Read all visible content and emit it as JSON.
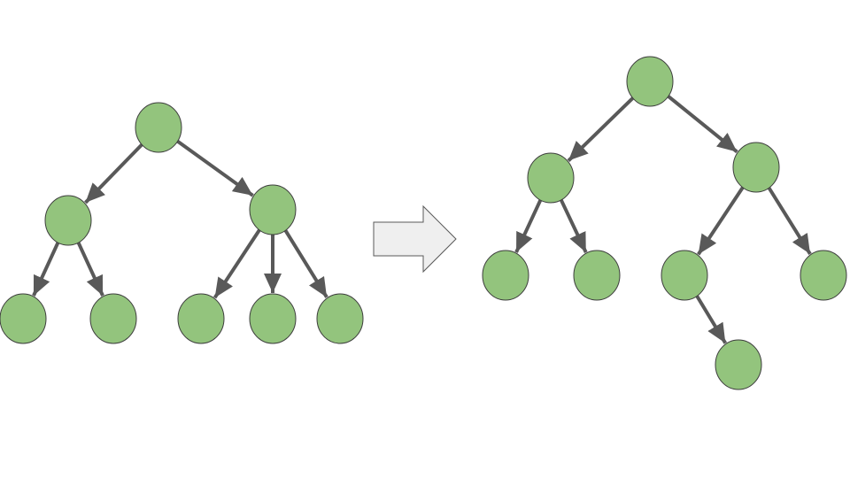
{
  "colors": {
    "background": "#ffffff",
    "node_fill": "#93c47d",
    "node_stroke": "#3d3d3d",
    "edge": "#595959",
    "arrow_fill": "#efefef",
    "arrow_stroke": "#595959"
  },
  "diagram": {
    "description_type": "tree-transformation",
    "left_tree": {
      "node_count": 8,
      "edges": [
        [
          "n0",
          "n1"
        ],
        [
          "n0",
          "n2"
        ],
        [
          "n1",
          "n3"
        ],
        [
          "n1",
          "n4"
        ],
        [
          "n2",
          "n5"
        ],
        [
          "n2",
          "n6"
        ],
        [
          "n2",
          "n7"
        ]
      ]
    },
    "transition_icon": "right-arrow-icon",
    "right_tree": {
      "node_count": 8,
      "edges": [
        [
          "m0",
          "m1"
        ],
        [
          "m0",
          "m2"
        ],
        [
          "m1",
          "m3"
        ],
        [
          "m1",
          "m4"
        ],
        [
          "m2",
          "m5"
        ],
        [
          "m2",
          "m6"
        ],
        [
          "m5",
          "m7"
        ]
      ]
    }
  }
}
